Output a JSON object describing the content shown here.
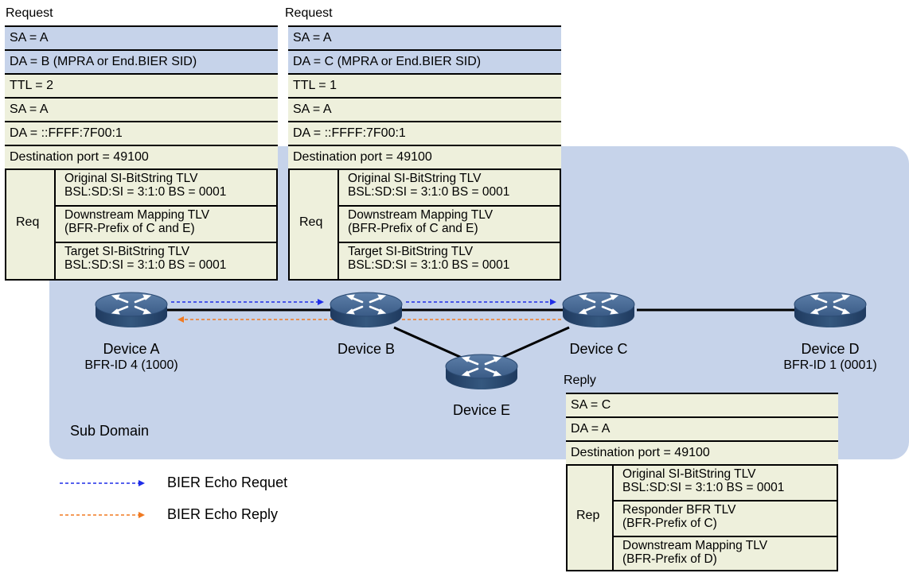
{
  "colors": {
    "domain_bg": "#c6d3ea",
    "header_row": "#c6d3ea",
    "body_row": "#eef0dc",
    "request_arrow": "#1f2de8",
    "reply_arrow": "#f07a22"
  },
  "request_b": {
    "title": "Request",
    "rows": [
      "SA = A",
      "DA = B (MPRA or End.BIER SID)",
      "TTL = 2",
      "SA = A",
      "DA = ::FFFF:7F00:1",
      "Destination port = 49100"
    ],
    "block_label": "Req",
    "tlvs": [
      {
        "line1": "Original SI-BitString TLV",
        "line2": "BSL:SD:SI = 3:1:0   BS = 0001"
      },
      {
        "line1": "Downstream Mapping TLV",
        "line2": "(BFR-Prefix of C and E)"
      },
      {
        "line1": "Target SI-BitString TLV",
        "line2": "BSL:SD:SI = 3:1:0   BS = 0001"
      }
    ]
  },
  "request_c": {
    "title": "Request",
    "rows": [
      "SA = A",
      "DA = C (MPRA or End.BIER SID)",
      "TTL = 1",
      "SA = A",
      "DA = ::FFFF:7F00:1",
      "Destination port = 49100"
    ],
    "block_label": "Req",
    "tlvs": [
      {
        "line1": "Original SI-BitString TLV",
        "line2": "BSL:SD:SI = 3:1:0   BS = 0001"
      },
      {
        "line1": "Downstream Mapping TLV",
        "line2": "(BFR-Prefix of C and E)"
      },
      {
        "line1": "Target SI-BitString TLV",
        "line2": "BSL:SD:SI = 3:1:0   BS = 0001"
      }
    ]
  },
  "reply": {
    "title": "Reply",
    "rows": [
      "SA = C",
      "DA = A",
      "Destination port = 49100"
    ],
    "block_label": "Rep",
    "tlvs": [
      {
        "line1": "Original SI-BitString TLV",
        "line2": "BSL:SD:SI = 3:1:0   BS = 0001"
      },
      {
        "line1": "Responder BFR TLV",
        "line2": "(BFR-Prefix of C)"
      },
      {
        "line1": "Downstream Mapping TLV",
        "line2": "(BFR-Prefix of D)"
      }
    ]
  },
  "devices": {
    "a": {
      "name": "Device A",
      "sub": "BFR-ID 4 (1000)",
      "icon": "router-icon"
    },
    "b": {
      "name": "Device B",
      "icon": "router-icon"
    },
    "c": {
      "name": "Device C",
      "icon": "router-icon"
    },
    "d": {
      "name": "Device D",
      "sub": "BFR-ID 1 (0001)",
      "icon": "router-icon"
    },
    "e": {
      "name": "Device E",
      "icon": "router-icon"
    }
  },
  "domain_label": "Sub Domain",
  "legend": {
    "request": "BIER Echo Requet",
    "reply": "BIER Echo Reply"
  }
}
